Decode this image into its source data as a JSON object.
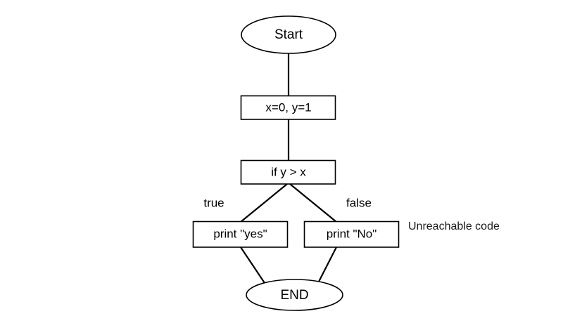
{
  "diagram": {
    "type": "flowchart",
    "background_color": "#ffffff",
    "stroke_color": "#000000",
    "fill_color": "#ffffff",
    "nodes": [
      {
        "id": "start",
        "shape": "ellipse",
        "label": "Start"
      },
      {
        "id": "init",
        "shape": "rectangle",
        "label": "x=0, y=1"
      },
      {
        "id": "condition",
        "shape": "rectangle",
        "label": "if y > x"
      },
      {
        "id": "print_yes",
        "shape": "rectangle",
        "label": "print \"yes\""
      },
      {
        "id": "print_no",
        "shape": "rectangle",
        "label": "print \"No\""
      },
      {
        "id": "end",
        "shape": "ellipse",
        "label": "END"
      }
    ],
    "edges": [
      {
        "from": "start",
        "to": "init",
        "label": ""
      },
      {
        "from": "init",
        "to": "condition",
        "label": ""
      },
      {
        "from": "condition",
        "to": "print_yes",
        "label": "true"
      },
      {
        "from": "condition",
        "to": "print_no",
        "label": "false"
      },
      {
        "from": "print_yes",
        "to": "end",
        "label": ""
      },
      {
        "from": "print_no",
        "to": "end",
        "label": ""
      }
    ],
    "annotations": [
      {
        "id": "unreachable",
        "text": "Unreachable code",
        "attached_to": "print_no"
      }
    ]
  }
}
